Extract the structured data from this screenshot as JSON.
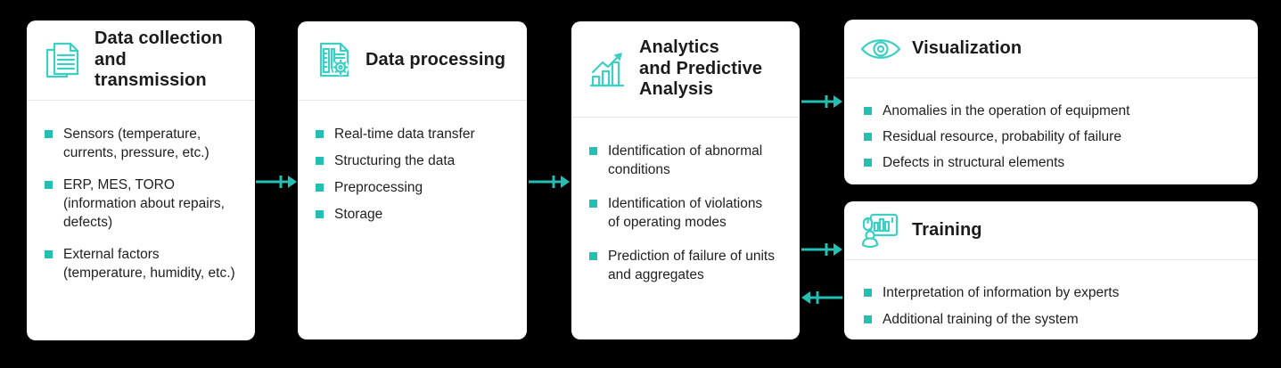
{
  "colors": {
    "canvas-bg": "#000000",
    "card-bg": "#ffffff",
    "accent-teal": "#25beb2",
    "icon-teal": "#3ecfc4",
    "title-text": "#1b1b1b",
    "body-text": "#1f1f1f",
    "divider-gray": "#e7e7e7"
  },
  "cards": [
    {
      "id": "data-collection",
      "icon": "documents-icon",
      "title": "Data collection\nand transmission",
      "items": [
        "Sensors (temperature,\ncurrents, pressure, etc.)",
        "ERP, MES, TORO\n(information about repairs,\ndefects)",
        "External factors\n(temperature, humidity, etc.)"
      ]
    },
    {
      "id": "data-processing",
      "icon": "document-gear-icon",
      "title": "Data processing",
      "items": [
        "Real-time data transfer",
        "Structuring the data",
        "Preprocessing",
        "Storage"
      ]
    },
    {
      "id": "analytics",
      "icon": "bar-chart-growth-icon",
      "title": "Analytics\nand Predictive\nAnalysis",
      "items": [
        "Identification of abnormal\nconditions",
        "Identification of violations\nof operating modes",
        "Prediction of failure of units\nand aggregates"
      ]
    },
    {
      "id": "visualization",
      "icon": "eye-icon",
      "title": "Visualization",
      "items": [
        "Anomalies in the operation of equipment",
        "Residual resource, probability of failure",
        "Defects in structural elements"
      ]
    },
    {
      "id": "training",
      "icon": "person-screen-icon",
      "title": "Training",
      "items": [
        "Interpretation of information by experts",
        "Additional training of the system"
      ]
    }
  ],
  "arrows": [
    {
      "from": "data-collection",
      "to": "data-processing",
      "direction": "right"
    },
    {
      "from": "data-processing",
      "to": "analytics",
      "direction": "right"
    },
    {
      "from": "analytics",
      "to": "visualization",
      "direction": "right"
    },
    {
      "from": "analytics",
      "to": "training",
      "direction": "right"
    },
    {
      "from": "training",
      "to": "analytics",
      "direction": "left"
    }
  ]
}
